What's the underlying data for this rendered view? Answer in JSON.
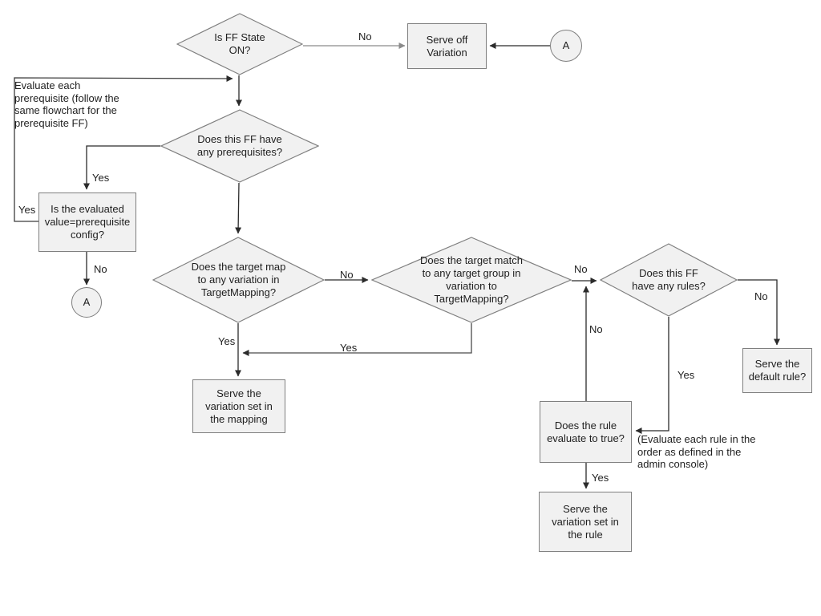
{
  "diagram_type": "flowchart",
  "subject": "Feature flag evaluation flowchart",
  "colors": {
    "background": "#ffffff",
    "shape_fill": "#f1f1f1",
    "shape_stroke": "#7f7f7f",
    "connector_dark": "#2b2b2b",
    "connector_gray": "#8a8a8a",
    "text": "#1f1f1f"
  },
  "nodes": {
    "is_ff_state_on": {
      "type": "decision",
      "label": "Is FF State ON?"
    },
    "serve_off_variation": {
      "type": "process",
      "label": "Serve off Variation"
    },
    "connector_a_top": {
      "type": "connector",
      "label": "A"
    },
    "has_prerequisites": {
      "type": "decision",
      "label": "Does this FF have any prerequisites?"
    },
    "evaluated_value_eq_config": {
      "type": "process",
      "label": "Is the evaluated value=prerequisite config?"
    },
    "connector_a_left": {
      "type": "connector",
      "label": "A"
    },
    "target_map_variation": {
      "type": "decision",
      "label": "Does the target map to any variation in TargetMapping?"
    },
    "target_match_group": {
      "type": "decision",
      "label": "Does the target match to any target group in variation to TargetMapping?"
    },
    "has_rules": {
      "type": "decision",
      "label": "Does this FF have any rules?"
    },
    "serve_mapping_variation": {
      "type": "process",
      "label": "Serve the variation set in the mapping"
    },
    "rule_evaluates_true": {
      "type": "process",
      "label": "Does the rule evaluate to true?"
    },
    "serve_rule_variation": {
      "type": "process",
      "label": "Serve the variation set in the rule"
    },
    "serve_default_rule": {
      "type": "process",
      "label": "Serve the default rule?"
    }
  },
  "edge_labels": {
    "ff_state_no": "No",
    "prerequisites_yes": "Yes",
    "config_loop_yes": "Yes",
    "config_no": "No",
    "map_no": "No",
    "map_yes": "Yes",
    "match_group_yes": "Yes",
    "match_group_no": "No",
    "rule_false_no": "No",
    "rules_no": "No",
    "rules_yes": "Yes",
    "rule_true_yes": "Yes"
  },
  "notes": {
    "prerequisite_note": "Evaluate each prerequisite (follow the same flowchart for the prerequisite FF)",
    "rule_order_note": "(Evaluate each rule in the order as defined in the admin console)"
  }
}
